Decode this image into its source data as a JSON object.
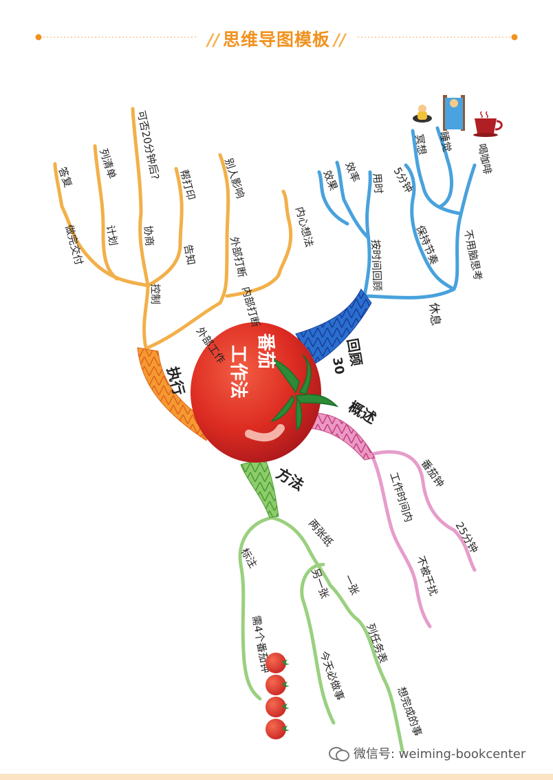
{
  "header": {
    "title": "思维导图模板",
    "deco_left": "//",
    "deco_right": "//",
    "accent_color": "#f0921f"
  },
  "center": {
    "line1": "番茄",
    "line2": "工作法"
  },
  "branches": {
    "execute": {
      "label": "执行",
      "color": "#f2a33a",
      "subs": {
        "control": "控制",
        "external": "外部工作",
        "inner_distraction": "内部打断",
        "inner_thought": "内心想法",
        "external_interrupt": "外部打断",
        "others_influence": "别人影响",
        "inform": "告知",
        "print": "帮打印",
        "negotiate": "协商",
        "after_20": "可否20分钟后?",
        "plan": "计划",
        "list": "列清单",
        "finish": "做完交付",
        "reply": "答复"
      }
    },
    "review": {
      "label": "回顾",
      "label_sub": "30",
      "color": "#3a9bd8",
      "subs": {
        "rest": "休息",
        "no_brain": "不用脑思考",
        "keep_rhythm": "保持节奏",
        "five_min": "5分钟",
        "sleep": "睡觉",
        "meditate": "冥想",
        "coffee": "喝咖啡",
        "timed_review": "按时间回顾",
        "efficiency": "效率",
        "effect": "效果",
        "usage_time": "用时"
      }
    },
    "overview": {
      "label": "概述",
      "color": "#e291c6",
      "subs": {
        "tomato_clock": "番茄钟",
        "twenty_five": "25分钟",
        "within_time": "工作时间内",
        "undisturbed": "不被干扰"
      }
    },
    "method": {
      "label": "方法",
      "color": "#97cf76",
      "subs": {
        "two_papers": "两张纸",
        "mark": "标注",
        "n_tomatoes": "需4个番茄钟",
        "one": "一张",
        "task_list": "列任务表",
        "things_done": "想完成的事",
        "another": "另一张",
        "today_must": "今天必做事"
      }
    }
  },
  "decor": {
    "tomato_count": 4,
    "icons": [
      "meditation-icon",
      "bed-icon",
      "coffee-cup-icon",
      "tomato-icon"
    ]
  },
  "watermark": {
    "text": "微信号: weiming-bookcenter"
  }
}
